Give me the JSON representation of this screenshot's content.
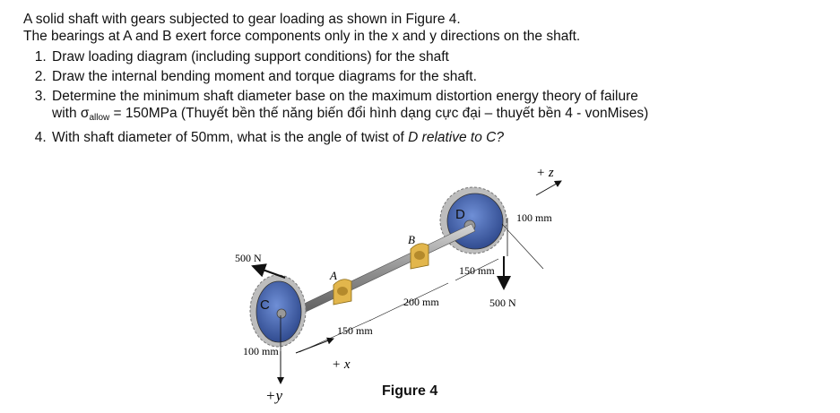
{
  "problem": {
    "intro_1": "A solid shaft with gears subjected to gear loading as shown in Figure 4.",
    "intro_2": "The bearings at A and B exert force components only in the x and y directions on the shaft.",
    "q1": "Draw loading diagram (including support conditions) for the shaft",
    "q2": "Draw the internal bending moment and torque diagrams for the shaft.",
    "q3_line1": "Determine the minimum shaft diameter base on the maximum distortion energy theory of failure",
    "q3_with": "with σ",
    "q3_sub": "allow",
    "q3_rest": " = 150MPa (Thuyết bền thế năng biến đổi hình dạng cực đại – thuyết bền 4 - vonMises)",
    "q4_pre": "With shaft diameter of 50mm, what is the angle of twist of ",
    "q4_ital": "D relative to C?"
  },
  "figure": {
    "caption": "Figure 4",
    "labels": {
      "plus_z": "+ z",
      "plus_x": "+ x",
      "plus_y": "+y",
      "force_left": "500 N",
      "force_right": "500 N",
      "dim_100_right": "100 mm",
      "dim_100_left": "100 mm",
      "dim_150_right": "150 mm",
      "dim_200": "200 mm",
      "dim_150_left": "150 mm",
      "gear_c": "C",
      "gear_d": "D",
      "bearing_a": "A",
      "bearing_b": "B"
    },
    "colors": {
      "gear_face": "#3f5fa8",
      "gear_rim": "#a9a9a9",
      "shaft": "#8e8e8e",
      "bearing": "#e2b64c"
    }
  }
}
